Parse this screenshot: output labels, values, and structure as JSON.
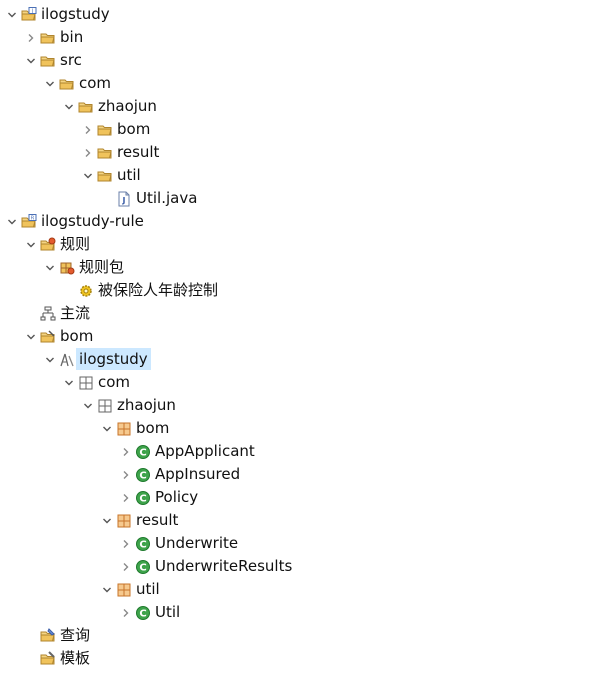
{
  "tree": {
    "items": [
      {
        "id": "ilogstudy",
        "label": "ilogstudy",
        "level": 0,
        "expanded": true,
        "icon": "java-project-icon"
      },
      {
        "id": "bin",
        "label": "bin",
        "level": 1,
        "expanded": false,
        "icon": "folder-icon"
      },
      {
        "id": "src",
        "label": "src",
        "level": 1,
        "expanded": true,
        "icon": "folder-icon"
      },
      {
        "id": "com",
        "label": "com",
        "level": 2,
        "expanded": true,
        "icon": "folder-icon"
      },
      {
        "id": "zhaojun",
        "label": "zhaojun",
        "level": 3,
        "expanded": true,
        "icon": "folder-icon"
      },
      {
        "id": "bom",
        "label": "bom",
        "level": 4,
        "expanded": false,
        "icon": "folder-icon"
      },
      {
        "id": "result",
        "label": "result",
        "level": 4,
        "expanded": false,
        "icon": "folder-icon"
      },
      {
        "id": "util",
        "label": "util",
        "level": 4,
        "expanded": true,
        "icon": "folder-icon"
      },
      {
        "id": "util-java",
        "label": "Util.java",
        "level": 5,
        "expanded": null,
        "icon": "java-file-icon"
      },
      {
        "id": "ilogstudy-rule",
        "label": "ilogstudy-rule",
        "level": 0,
        "expanded": true,
        "icon": "rule-project-icon"
      },
      {
        "id": "rules",
        "label": "规则",
        "level": 1,
        "expanded": true,
        "icon": "rules-folder-icon"
      },
      {
        "id": "rule-package",
        "label": "规则包",
        "level": 2,
        "expanded": true,
        "icon": "rule-package-icon"
      },
      {
        "id": "insured-age-rule",
        "label": "被保险人年龄控制",
        "level": 3,
        "expanded": null,
        "icon": "rule-gear-icon"
      },
      {
        "id": "main-flow",
        "label": "主流",
        "level": 1,
        "expanded": null,
        "icon": "ruleflow-icon"
      },
      {
        "id": "bom-root",
        "label": "bom",
        "level": 1,
        "expanded": true,
        "icon": "bom-folder-icon"
      },
      {
        "id": "bom-ilogstudy",
        "label": "ilogstudy",
        "level": 2,
        "expanded": true,
        "icon": "bom-entry-icon",
        "selected": true
      },
      {
        "id": "bom-com",
        "label": "com",
        "level": 3,
        "expanded": true,
        "icon": "package-icon"
      },
      {
        "id": "bom-zhaojun",
        "label": "zhaojun",
        "level": 4,
        "expanded": true,
        "icon": "package-icon"
      },
      {
        "id": "bom-bom",
        "label": "bom",
        "level": 5,
        "expanded": true,
        "icon": "package-orange-icon"
      },
      {
        "id": "app-applicant",
        "label": "AppApplicant",
        "level": 6,
        "expanded": false,
        "icon": "class-icon"
      },
      {
        "id": "app-insured",
        "label": "AppInsured",
        "level": 6,
        "expanded": false,
        "icon": "class-icon"
      },
      {
        "id": "policy",
        "label": "Policy",
        "level": 6,
        "expanded": false,
        "icon": "class-icon"
      },
      {
        "id": "bom-result",
        "label": "result",
        "level": 5,
        "expanded": true,
        "icon": "package-orange-icon"
      },
      {
        "id": "underwrite",
        "label": "Underwrite",
        "level": 6,
        "expanded": false,
        "icon": "class-icon"
      },
      {
        "id": "underwrite-results",
        "label": "UnderwriteResults",
        "level": 6,
        "expanded": false,
        "icon": "class-icon"
      },
      {
        "id": "bom-util",
        "label": "util",
        "level": 5,
        "expanded": true,
        "icon": "package-orange-icon"
      },
      {
        "id": "util-class",
        "label": "Util",
        "level": 6,
        "expanded": false,
        "icon": "class-icon"
      },
      {
        "id": "queries",
        "label": "查询",
        "level": 1,
        "expanded": null,
        "icon": "query-folder-icon"
      },
      {
        "id": "templates",
        "label": "模板",
        "level": 1,
        "expanded": null,
        "icon": "template-folder-icon"
      }
    ]
  },
  "colors": {
    "selection": "#cce8ff",
    "folder": "#e8b651",
    "class_green": "#2e9b3a",
    "package_orange": "#c7742a"
  }
}
